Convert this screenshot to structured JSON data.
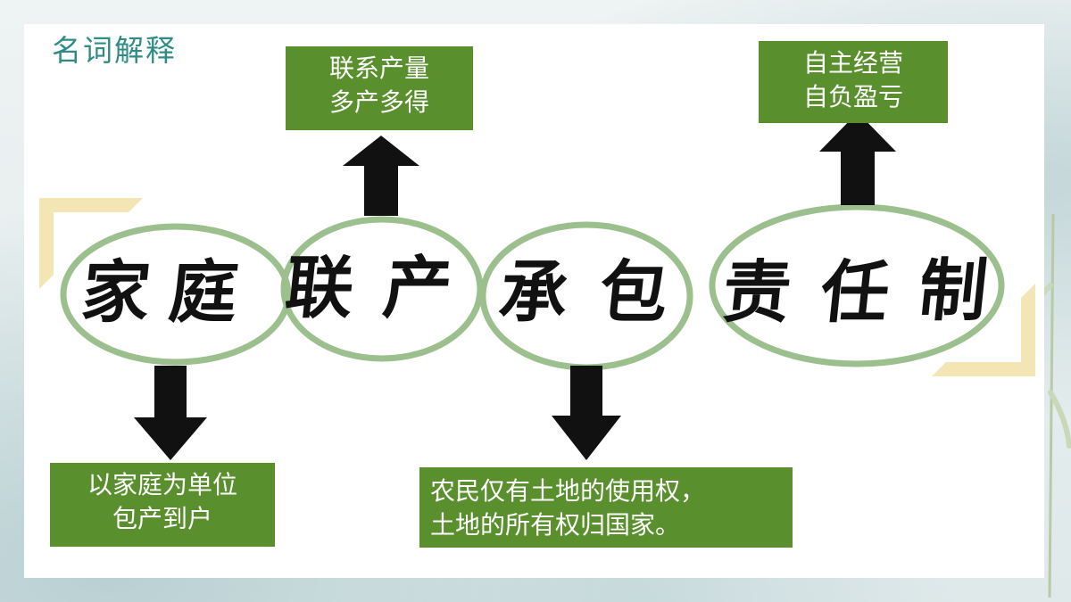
{
  "heading": "名词解释",
  "term_chars": [
    "家",
    "庭",
    "联",
    "产",
    "承",
    "包",
    "责",
    "任",
    "制"
  ],
  "boxes": {
    "top_center": [
      "联系产量",
      "多产多得"
    ],
    "top_right": [
      "自主经营",
      "自负盈亏"
    ],
    "bottom_left": [
      "以家庭为单位",
      "包产到户"
    ],
    "bottom_center": [
      "农民仅有土地的使用权，",
      "土地的所有权归国家。"
    ]
  },
  "colors": {
    "box_green": "#5a8f2e",
    "ring_green": "#9cbf8e",
    "heading_teal": "#2e8b86",
    "corner_yellow": "#f3e6b4"
  }
}
